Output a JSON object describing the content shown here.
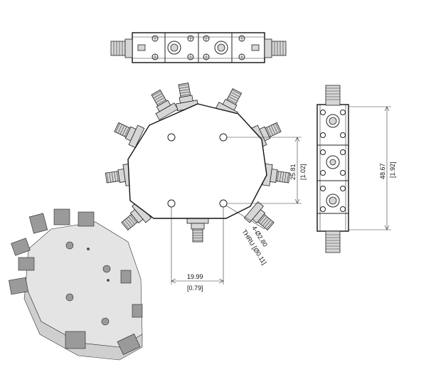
{
  "dimensions": {
    "vertical_hole_spacing": {
      "mm": "25.81",
      "in": "[1.02]"
    },
    "horizontal_hole_spacing": {
      "mm": "19.99",
      "in": "[0.79]"
    },
    "overall_height": {
      "mm": "48.67",
      "in": "[1.92]"
    },
    "hole_callout": {
      "line1": "4-Ø2.80",
      "line2": "THRU [Ø0.11]"
    }
  }
}
